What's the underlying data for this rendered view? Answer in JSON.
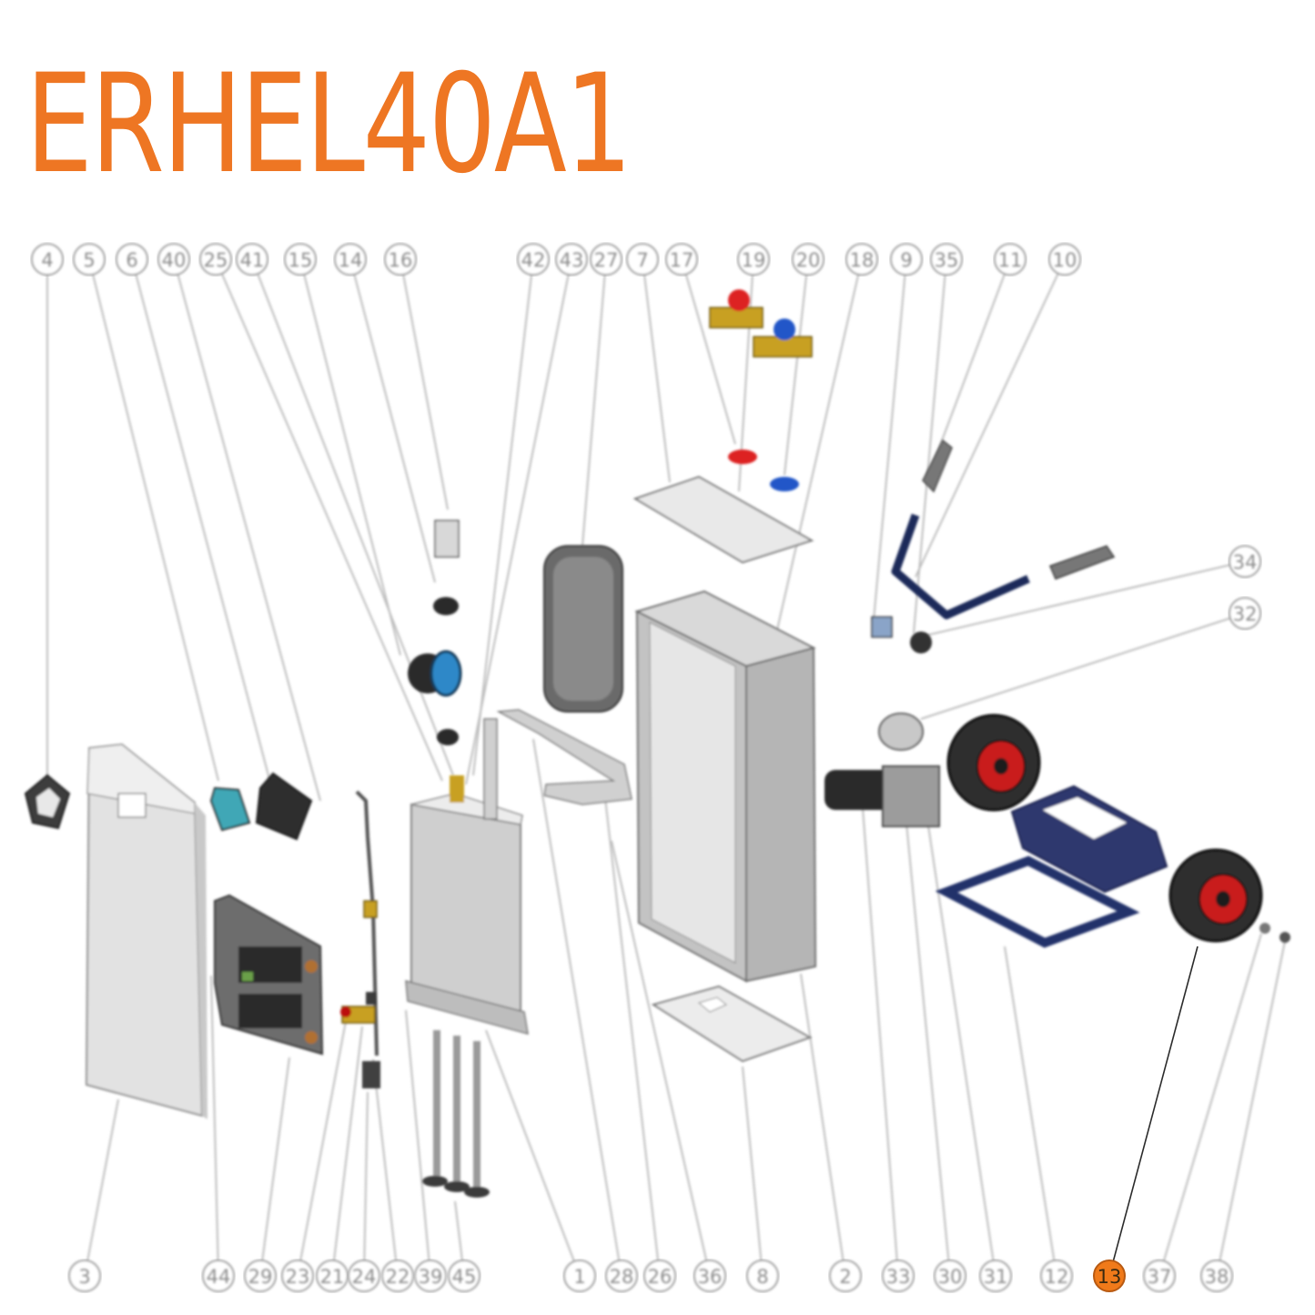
{
  "title": "ERHEL40A1",
  "colors": {
    "accent": "#ee7623",
    "highlight": "#f07a1a",
    "leader": "#bdbdbd",
    "highlight_leader": "#2b2b2b"
  },
  "callouts": {
    "top": [
      "4",
      "5",
      "6",
      "40",
      "25",
      "41",
      "15",
      "14",
      "16",
      "42",
      "43",
      "27",
      "7",
      "17",
      "19",
      "20",
      "18",
      "9",
      "35",
      "11",
      "10"
    ],
    "right": [
      "34",
      "32"
    ],
    "bottom": [
      "3",
      "44",
      "29",
      "23",
      "21",
      "24",
      "22",
      "39",
      "45",
      "1",
      "28",
      "26",
      "36",
      "8",
      "2",
      "33",
      "30",
      "31",
      "12",
      "13",
      "37",
      "38"
    ]
  },
  "highlighted_part": "13"
}
